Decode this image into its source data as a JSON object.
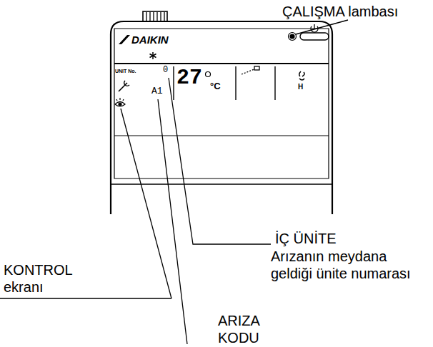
{
  "diagram": {
    "labels": [
      "ÇALIŞMA lambası",
      "DAIKIN",
      "UNIT No.",
      "0",
      "27",
      "°C",
      "A1",
      "H",
      "İÇ ÜNİTE",
      "Arızanın meydana geldiği ünite numarası",
      "KONTROL ekranı",
      "ARIZA KODU"
    ]
  }
}
